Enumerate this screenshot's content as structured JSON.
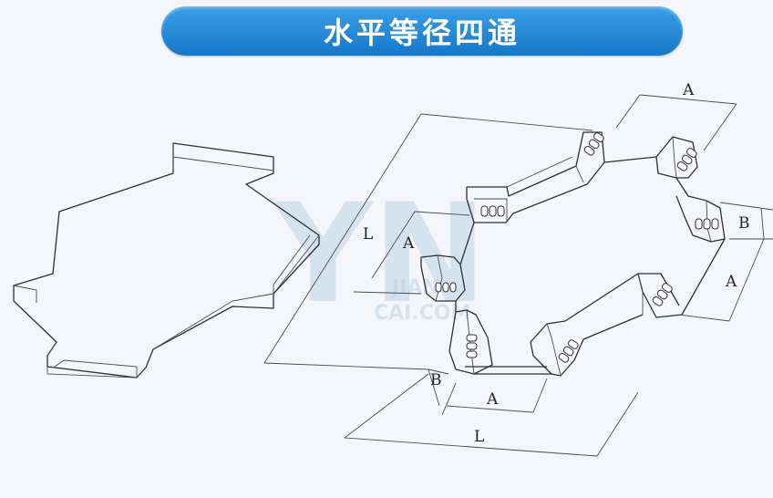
{
  "header": {
    "title": "水平等径四通"
  },
  "dimensions": {
    "a_top": "A",
    "b_right": "B",
    "a_right": "A",
    "l_left": "L",
    "a_left": "A",
    "b_bottom": "B",
    "a_bottom": "A",
    "l_bottom": "L"
  },
  "watermark": {
    "letters": "YN",
    "line1": "JIAN",
    "line2": "CAI.COM"
  },
  "colors": {
    "banner": "#1e86d4",
    "title_text": "#ffffff",
    "line": "#2e2e3a"
  }
}
